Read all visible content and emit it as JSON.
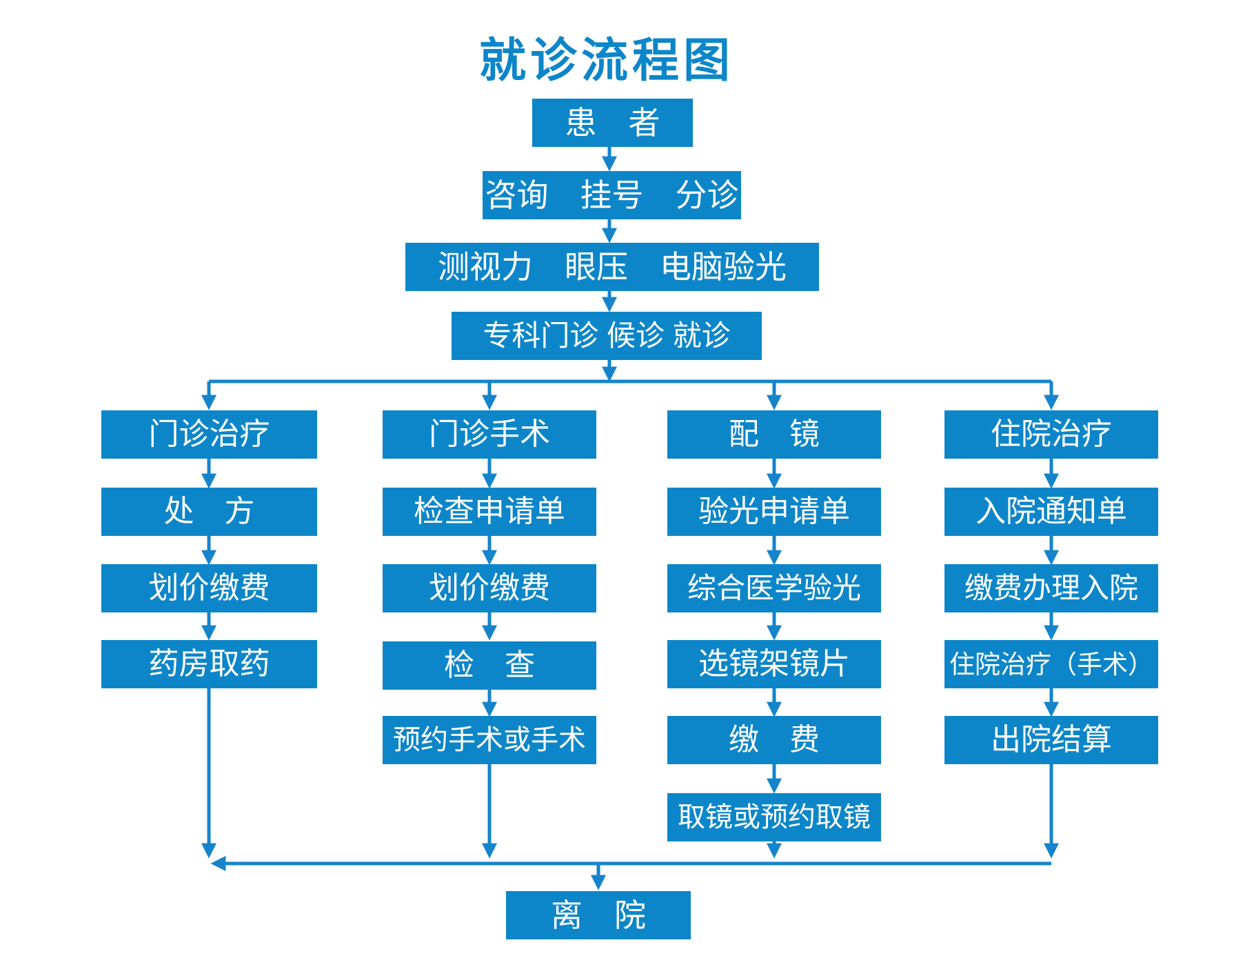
{
  "title": "就诊流程图",
  "colors": {
    "background": "#ffffff",
    "box_fill": "#0d86c9",
    "connector": "#1584cb",
    "text": "#ffffff",
    "title": "#0d86c9"
  },
  "flow": {
    "top": [
      "患　者",
      "咨询　挂号　分诊",
      "测视力　眼压　电脑验光",
      "专科门诊 候诊 就诊"
    ],
    "branches": [
      {
        "name": "outpatient-treatment",
        "steps": [
          "门诊治疗",
          "处　方",
          "划价缴费",
          "药房取药"
        ]
      },
      {
        "name": "outpatient-surgery",
        "steps": [
          "门诊手术",
          "检查申请单",
          "划价缴费",
          "检　查",
          "预约手术或手术"
        ]
      },
      {
        "name": "optical",
        "steps": [
          "配　镜",
          "验光申请单",
          "综合医学验光",
          "选镜架镜片",
          "缴　费",
          "取镜或预约取镜"
        ]
      },
      {
        "name": "inpatient",
        "steps": [
          "住院治疗",
          "入院通知单",
          "缴费办理入院",
          "住院治疗（手术）",
          "出院结算"
        ]
      }
    ],
    "end": "离　院"
  }
}
